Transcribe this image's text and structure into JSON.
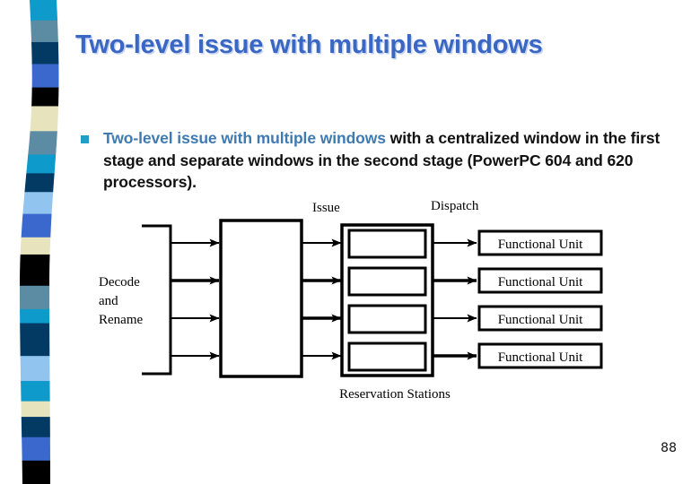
{
  "slide": {
    "title": "Two-level issue with multiple windows",
    "page_number": "88",
    "title_color": "#3a66c4",
    "accent_color": "#3f7ab0",
    "bullet_marker_color": "#1f9fc4",
    "background": "#ffffff"
  },
  "body": {
    "bullet_marker": "square-bullet",
    "highlight_text": "Two-level issue with multiple windows",
    "rest_text": " with a centralized window in the first stage and separate windows in the second stage (PowerPC 604 and 620 processors)."
  },
  "diagram": {
    "stage_labels": {
      "decode": "Decode",
      "and": "and",
      "rename": "Rename",
      "issue": "Issue",
      "dispatch": "Dispatch",
      "reservation_stations": "Reservation Stations"
    },
    "functional_units": [
      {
        "label": "Functional Unit"
      },
      {
        "label": "Functional Unit"
      },
      {
        "label": "Functional Unit"
      },
      {
        "label": "Functional Unit"
      }
    ],
    "reservation_station_slots": 4,
    "central_window_slots": 4,
    "line_color": "#000000"
  },
  "decoration": {
    "stripe_name": "wavy-color-stripe",
    "stripe_bands": [
      {
        "color": "#0e9acb",
        "h": 26
      },
      {
        "color": "#5b8ca3",
        "h": 28
      },
      {
        "color": "#033a63",
        "h": 28
      },
      {
        "color": "#3a68cd",
        "h": 30
      },
      {
        "color": "#000000",
        "h": 24
      },
      {
        "color": "#e6e3bd",
        "h": 32
      },
      {
        "color": "#5b8ca3",
        "h": 30
      },
      {
        "color": "#0e9acb",
        "h": 24
      },
      {
        "color": "#033a63",
        "h": 24
      },
      {
        "color": "#92c4f0",
        "h": 28
      },
      {
        "color": "#3a68cd",
        "h": 30
      },
      {
        "color": "#e6e3bd",
        "h": 22
      },
      {
        "color": "#000000",
        "h": 40
      },
      {
        "color": "#5b8ca3",
        "h": 30
      },
      {
        "color": "#0e9acb",
        "h": 18
      },
      {
        "color": "#033a63",
        "h": 42
      },
      {
        "color": "#92c4f0",
        "h": 32
      },
      {
        "color": "#0e9acb",
        "h": 26
      },
      {
        "color": "#e6e3bd",
        "h": 20
      },
      {
        "color": "#033a63",
        "h": 26
      },
      {
        "color": "#3a68cd",
        "h": 30
      },
      {
        "color": "#000000",
        "h": 30
      }
    ]
  }
}
